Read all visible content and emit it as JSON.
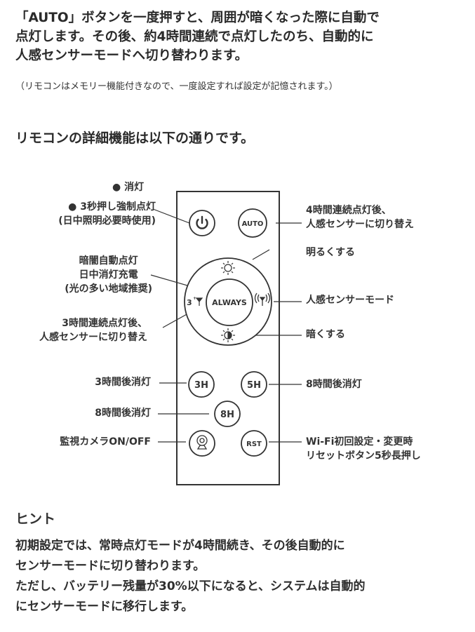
{
  "intro": {
    "lines": [
      "「AUTO」ボタンを一度押すと、周囲が暗くなった際に自動で",
      "点灯します。その後、約4時間連続で点灯したのち、自動的に",
      "人感センサーモードへ切り替わります。"
    ],
    "note": "（リモコンはメモリー機能付きなので、一度設定すれば設定が記憶されます。）"
  },
  "heading": "リモコンの詳細機能は以下の通りです。",
  "labels": {
    "off_bullet": "● 消灯",
    "force_on_1": "● 3秒押し強制点灯",
    "force_on_2": "(日中照明必要時使用)",
    "always_1": "暗闇自動点灯",
    "always_2": "日中消灯充電",
    "always_3": "(光の多い地域推奨)",
    "three_h_1": "3時間連続点灯後、",
    "three_h_2": "人感センサーに切り替え",
    "auto_1": "4時間連続点灯後、",
    "auto_2": "人感センサーに切り替え",
    "brighter": "明るくする",
    "sensor": "人感センサーモード",
    "dimmer": "暗くする",
    "off_3h": "3時間後消灯",
    "off_5h": "8時間後消灯",
    "off_8h": "8時間後消灯",
    "camera": "監視カメラON/OFF",
    "rst_1": "Wi-Fi初回設定・変更時",
    "rst_2": "リセットボタン5秒長押し"
  },
  "buttons": {
    "auto": "AUTO",
    "always": "ALWAYS",
    "three": "3",
    "three_h": "3H",
    "five_h": "5H",
    "eight_h": "8H",
    "rst": "RST"
  },
  "hint": {
    "title": "ヒント",
    "lines": [
      "初期設定では、常時点灯モードが4時間続き、その後自動的に",
      "センサーモードに切り替わります。",
      "ただし、バッテリー残量が30%以下になると、システムは自動的",
      "にセンサーモードに移行します。"
    ]
  }
}
